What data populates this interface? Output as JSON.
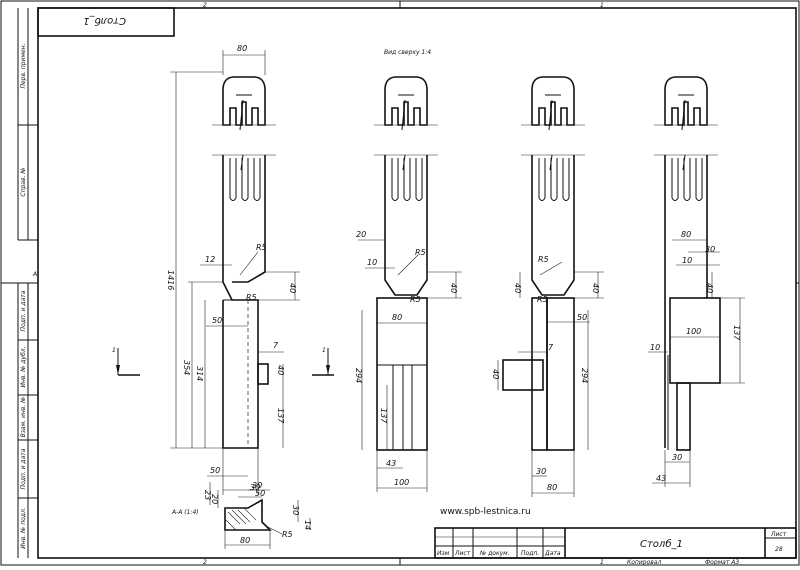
{
  "drawing": {
    "title": "Столб_1",
    "stamp_title_mirrored": "Столб_1",
    "website": "www.spb-lestnica.ru",
    "sheet_label": "Лист",
    "sheet_number": "28",
    "format": "Формат A3",
    "copied": "Копировал",
    "zone_top_left": "2",
    "zone_top_right": "1",
    "zone_bottom_left": "2",
    "zone_bottom_right": "1",
    "zone_side": "A",
    "section_label": "Вид сверху 1:4",
    "section_label_small": "А-А (1:4)",
    "arrow_label_left": "1",
    "arrow_label_right": "1"
  },
  "side_labels": [
    "Перв. примен.",
    "Справ. №",
    "Подп. и дата",
    "Инв. № дубл.",
    "Взам. инв. №",
    "Подп. и дата",
    "Инв. № подл."
  ],
  "title_block_headers": [
    "Изм",
    "Лист",
    "№ докум.",
    "Подп.",
    "Дата"
  ],
  "dimensions": {
    "v1_width": "80",
    "v1_total": "1416",
    "v1_354": "354",
    "v1_314": "314",
    "v1_12": "12",
    "v1_R5a": "R5",
    "v1_R5b": "R5",
    "v1_40a": "40",
    "v1_50": "50",
    "v1_7": "7",
    "v1_40b": "40",
    "v1_137": "137",
    "v1_50b": "50",
    "v1_30": "30",
    "v2_20": "20",
    "v2_10": "10",
    "v2_R5a": "R5",
    "v2_R5b": "R5",
    "v2_40": "40",
    "v2_80": "80",
    "v2_294": "294",
    "v2_137": "137",
    "v2_43": "43",
    "v2_100": "100",
    "v3_R5a": "R5",
    "v3_R5b": "R5",
    "v3_40a": "40",
    "v3_40b": "40",
    "v3_50": "50",
    "v3_7": "7",
    "v3_40c": "40",
    "v3_294": "294",
    "v3_30": "30",
    "v3_80": "80",
    "v4_80": "80",
    "v4_30": "30",
    "v4_10": "10",
    "v4_40": "40",
    "v4_137": "137",
    "v4_100": "100",
    "v4_10b": "10",
    "v4_30b": "30",
    "v4_43": "43",
    "d_23": "23",
    "d_20": "20",
    "d_50": "50",
    "d_30a": "30",
    "d_30b": "30",
    "d_14": "14",
    "d_R5": "R5",
    "d_80": "80"
  }
}
